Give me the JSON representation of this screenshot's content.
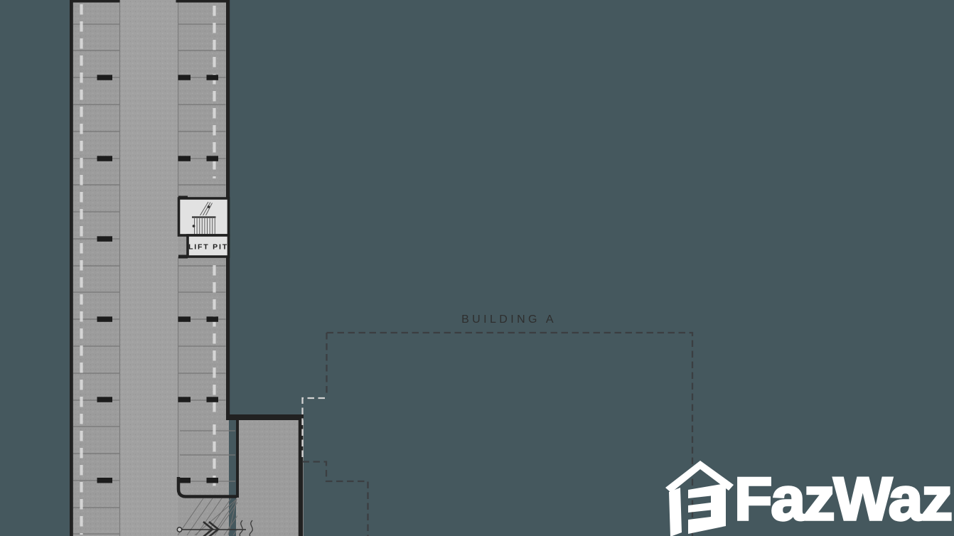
{
  "page": {
    "background_color": "#45585e",
    "content_type": "basement parking floor plan with watermark"
  },
  "floor_plan": {
    "building_label": "BUILDING A",
    "lift_pit_label": "LIFT PIT",
    "areas": [
      "parking-stalls-left-bay",
      "driving-aisle",
      "parking-stalls-right-bay",
      "stair-core",
      "lift-pit",
      "lower-ramp-area"
    ],
    "colors": {
      "floor": "#9c9c9c",
      "walls": "#212121",
      "room_fill": "#e2e2e2",
      "lane_marking": "#dcdcdc",
      "stall_line": "#757575",
      "boundary_dash_dark": "#3b3e41",
      "boundary_dash_light": "#d2d2d2",
      "label_text": "#2e2e2e",
      "lift_pit_text": "#1d1d1d"
    }
  },
  "watermark": {
    "brand": "FazWaz",
    "icon": "fazwaz-house-icon",
    "color": "#ffffff"
  }
}
